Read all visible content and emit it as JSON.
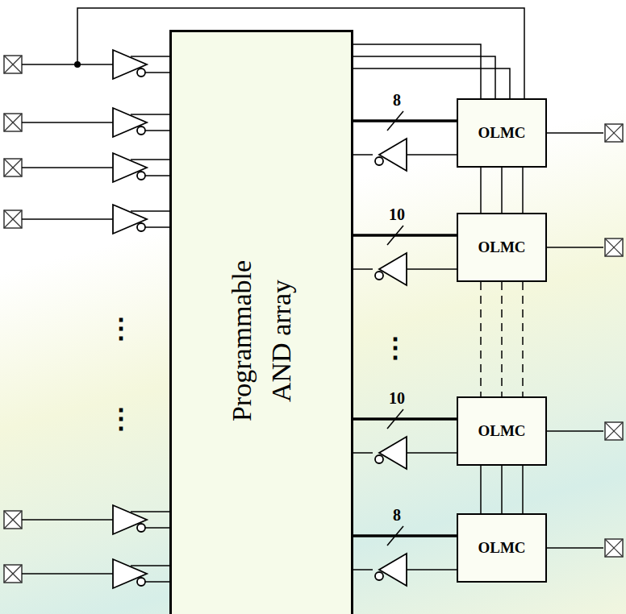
{
  "diagram": {
    "nodes": [
      {
        "text": [
          "Programmable AND array"
        ]
      },
      {
        "text": [
          "OLMC"
        ]
      },
      {
        "text": [
          "OLMC"
        ]
      },
      {
        "text": [
          "OLMC"
        ]
      },
      {
        "text": [
          "OLMC"
        ]
      }
    ],
    "edges": [
      {
        "from": 0,
        "to": 1,
        "arrow": "none",
        "label": "8"
      },
      {
        "from": 0,
        "to": 2,
        "arrow": "none",
        "label": "10"
      },
      {
        "from": 0,
        "to": 3,
        "arrow": "none",
        "label": "10"
      },
      {
        "from": 0,
        "to": 4,
        "arrow": "none",
        "label": "8"
      },
      {
        "from": 1,
        "to": 2,
        "arrow": "none"
      },
      {
        "from": 2,
        "to": 3,
        "arrow": "none"
      },
      {
        "from": 3,
        "to": 4,
        "arrow": "none"
      }
    ],
    "labels": [
      "⋮",
      "⋮",
      "⋮"
    ]
  }
}
